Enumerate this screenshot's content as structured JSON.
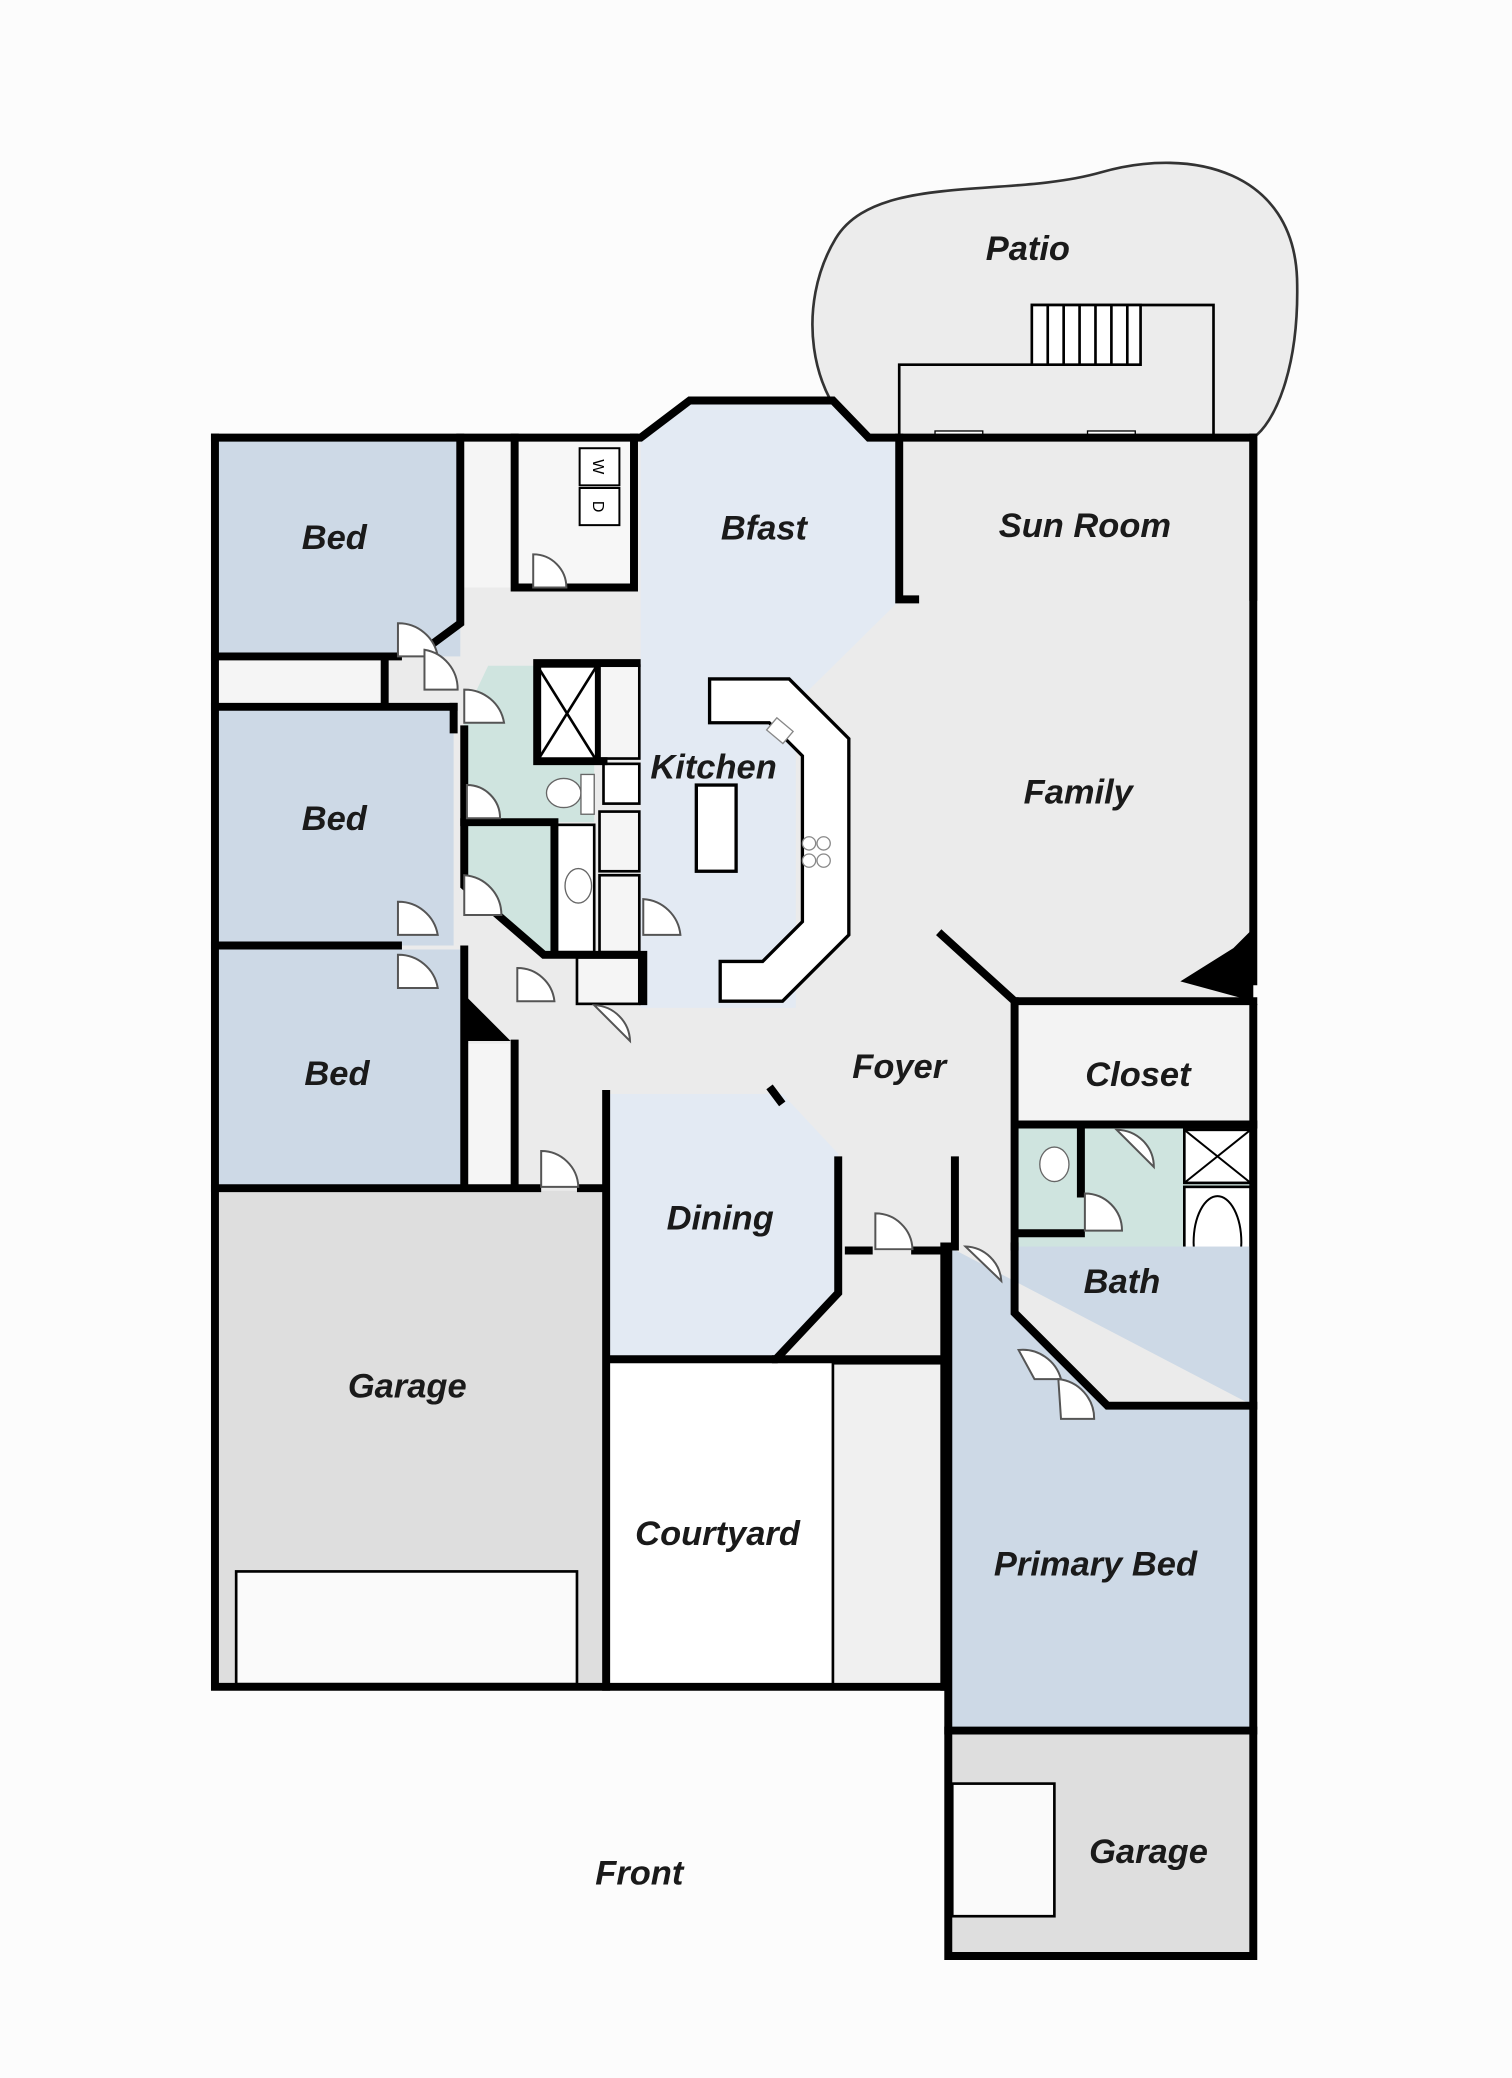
{
  "floorplan": {
    "rooms": {
      "patio": "Patio",
      "bed1": "Bed",
      "bfast": "Bfast",
      "sun_room": "Sun Room",
      "bed2": "Bed",
      "kitchen": "Kitchen",
      "family": "Family",
      "bed3": "Bed",
      "foyer": "Foyer",
      "closet": "Closet",
      "dining": "Dining",
      "bath": "Bath",
      "garage_main": "Garage",
      "courtyard": "Courtyard",
      "primary_bed": "Primary Bed",
      "front": "Front",
      "garage_small": "Garage"
    },
    "appliances": {
      "washer": "W",
      "dryer": "D"
    },
    "colors": {
      "bedroom": "#cdd9e6",
      "kitchen": "#e3eaf3",
      "common": "#ebebeb",
      "bath": "#cfe4df",
      "garage": "#dedede",
      "wall": "#000000"
    }
  }
}
